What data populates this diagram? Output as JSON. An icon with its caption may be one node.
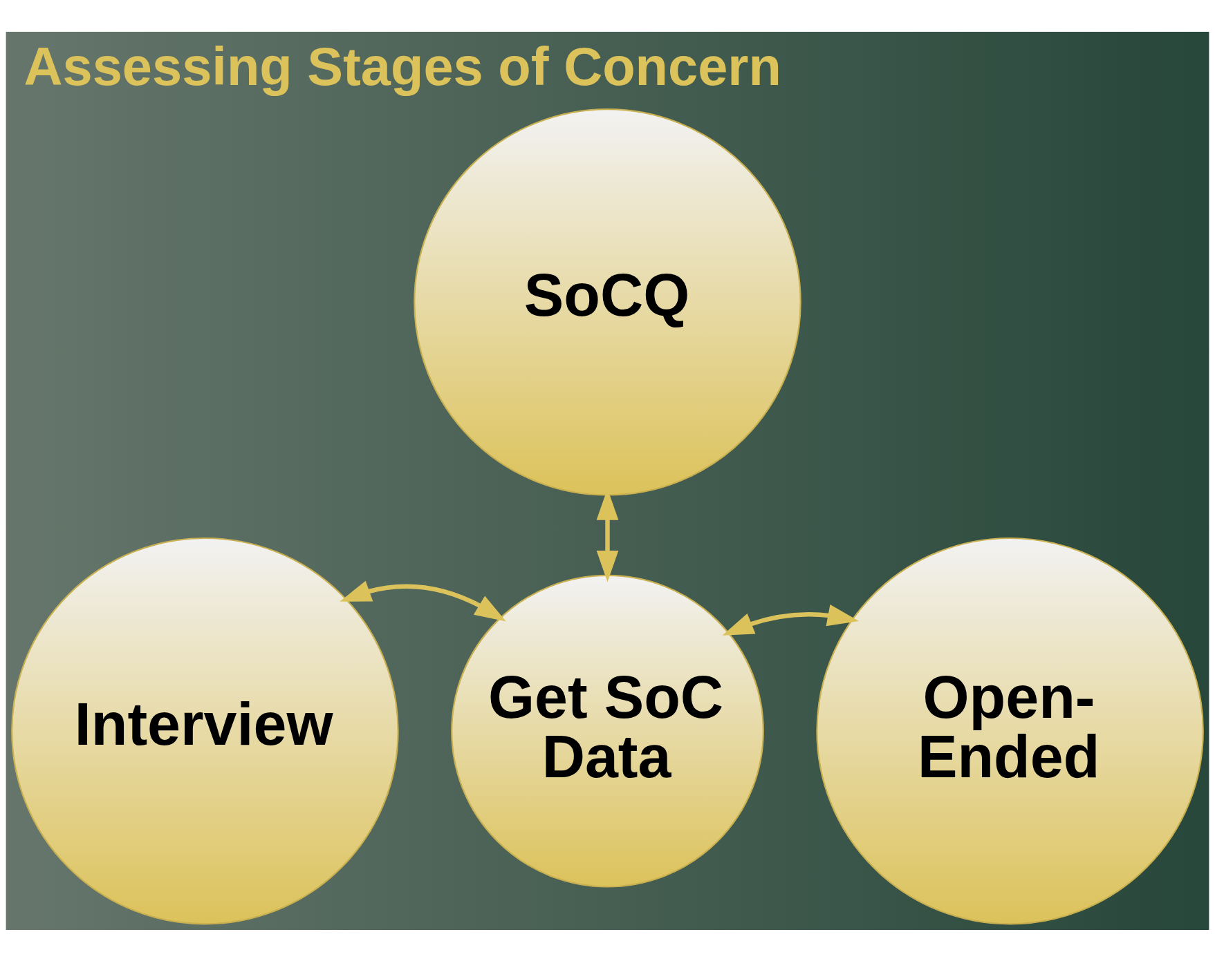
{
  "diagram": {
    "title": "Assessing Stages of Concern",
    "nodes": [
      {
        "text": [
          "SoCQ"
        ]
      },
      {
        "text": [
          "Get SoC Data"
        ]
      },
      {
        "text": [
          "Interview"
        ]
      },
      {
        "text": [
          "Open-Ended"
        ]
      }
    ],
    "edges": [
      {
        "from": 1,
        "to": 0,
        "arrow": "both"
      },
      {
        "from": 1,
        "to": 2,
        "arrow": "both"
      },
      {
        "from": 1,
        "to": 3,
        "arrow": "both"
      }
    ]
  }
}
